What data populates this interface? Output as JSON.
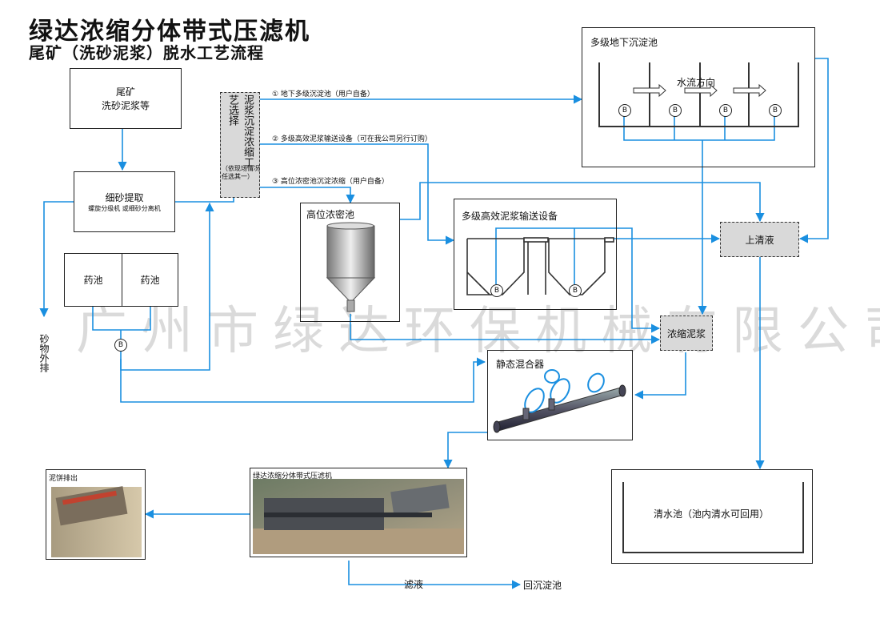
{
  "title": {
    "main": "绿达浓缩分体带式压滤机",
    "sub": "尾矿（洗砂泥浆）脱水工艺流程"
  },
  "boxes": {
    "tailings_line1": "尾矿",
    "tailings_line2": "洗砂泥浆等",
    "fine_sand_title": "细砂提取",
    "fine_sand_sub": "螺旋分级机 或细砂分离机",
    "chem1": "药池",
    "chem2": "药池",
    "high_thickener": "高位浓密池",
    "multi_transport": "多级高效泥浆输送设备",
    "underground_pond": "多级地下沉淀池",
    "water_direction": "水流方向",
    "supernatant": "上清液",
    "thickened_mud": "浓缩泥浆",
    "static_mixer": "静态混合器",
    "clean_pool": "清水池（池内清水可回用）",
    "filter_press": "绿达浓缩分体带式压滤机",
    "cake_out": "泥饼排出"
  },
  "selection": {
    "vertical_text": "泥浆沉淀浓缩工艺选择",
    "note": "（依现场情况任选其一）"
  },
  "options": {
    "opt1": "① 地下多级沉淀池（用户自备）",
    "opt2": "② 多级高效泥浆输送设备（可在我公司另行订购）",
    "opt3": "③ 高位浓密池沉淀浓缩（用户自备）"
  },
  "labels": {
    "sand_out": "砂物外排",
    "filtrate": "滤液",
    "return_pond": "回沉淀池",
    "pump": "B"
  },
  "watermark": "广州市绿达环保机械有限公司",
  "colors": {
    "flow": "#1a8fe0",
    "equipment": "#333333",
    "box_fill": "#d9d9d9"
  }
}
